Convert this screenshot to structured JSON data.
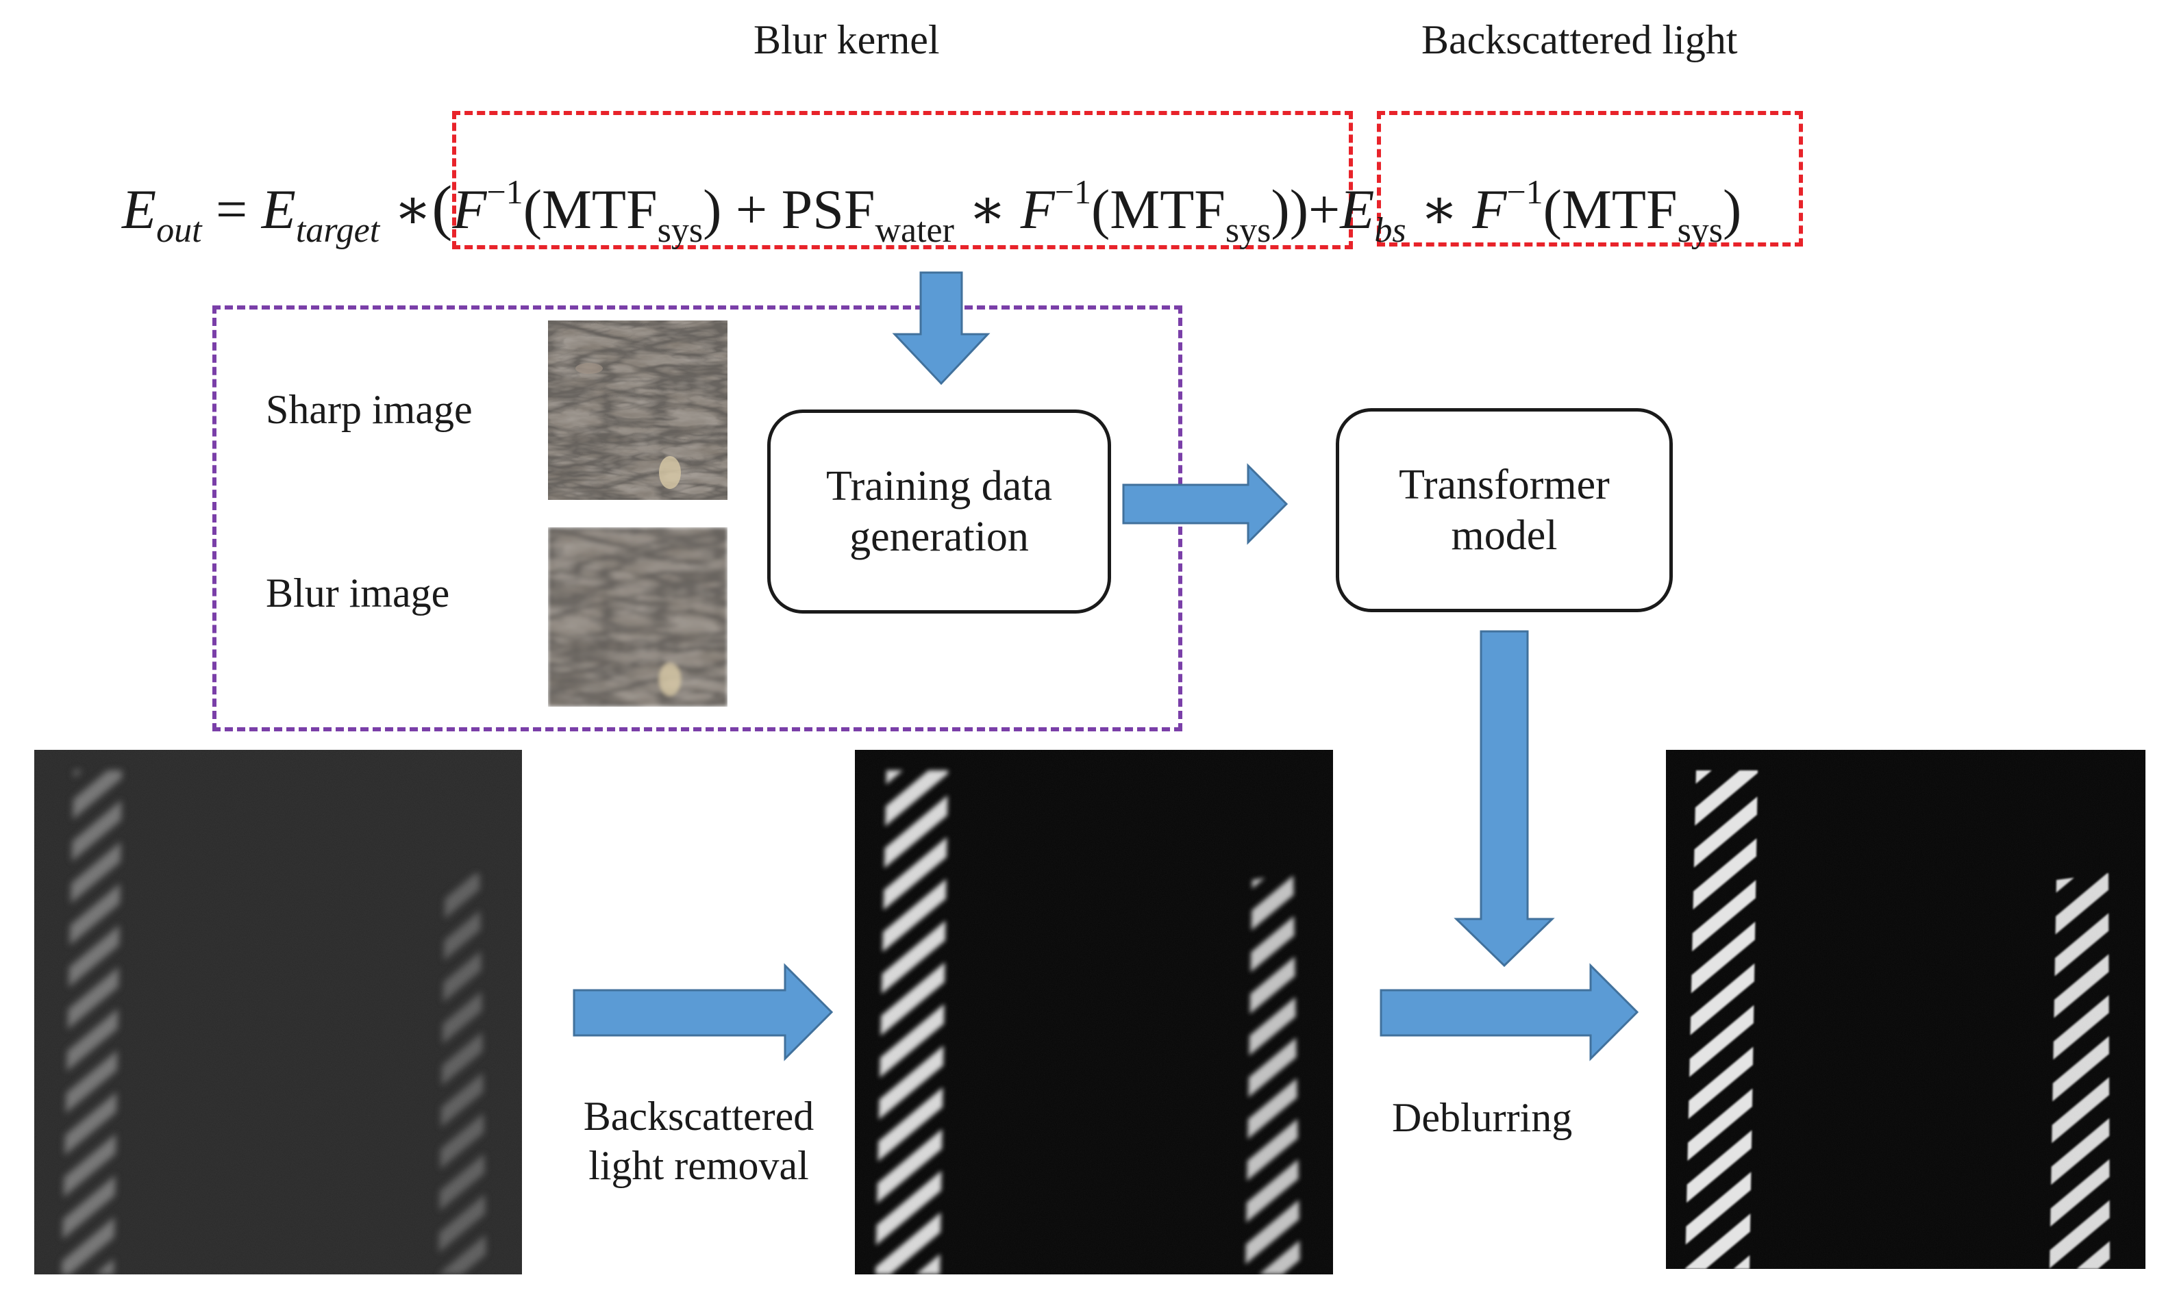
{
  "labels": {
    "blur_kernel": "Blur kernel",
    "backscattered_light": "Backscattered light",
    "sharp_image": "Sharp image",
    "blur_image": "Blur image",
    "training_line1": "Training data",
    "training_line2": "generation",
    "transformer_line1": "Transformer",
    "transformer_line2": "model",
    "removal_line1": "Backscattered",
    "removal_line2": "light removal",
    "deblurring": "Deblurring"
  },
  "equation": {
    "E": "E",
    "out": "out",
    "eq": " = ",
    "target": "target",
    "star": " ∗",
    "lparen": "(",
    "F": "F",
    "inv": "−1",
    "mtf": "(MTF",
    "sys": "sys",
    "rparen": ")",
    "plus": " + PSF",
    "water": "water",
    "star2": " ∗",
    "close2": "))",
    "plus2": "+",
    "bs": "bs",
    "star3": " ∗"
  },
  "colors": {
    "arrow": "#5b9bd5",
    "arrow_stroke": "#41719c",
    "red_dash": "#e8232a",
    "purple_dash": "#7a3fa8"
  }
}
